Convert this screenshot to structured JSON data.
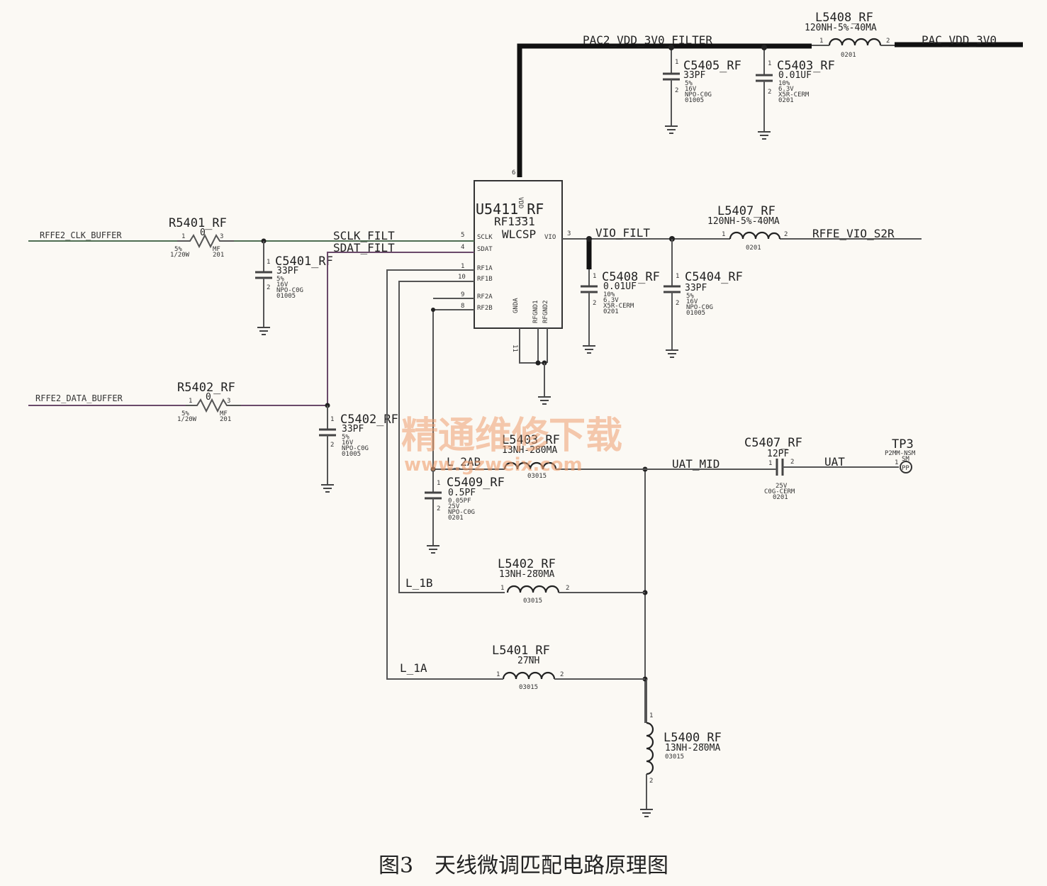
{
  "caption": "图3　天线微调匹配电路原理图",
  "watermark": {
    "text": "精通维修下载",
    "url": "www.gzweix.com"
  },
  "nets": {
    "pac2_vdd": "PAC2_VDD_3V0_FILTER",
    "pac_vdd": "PAC_VDD_3V0",
    "rffe_clk": "RFFE2_CLK_BUFFER",
    "rffe_data": "RFFE2_DATA_BUFFER",
    "sclk": "SCLK_FILT",
    "sdat": "SDAT_FILT",
    "vio": "VIO_FILT",
    "rffe_vio": "RFFE_VIO_S2R",
    "uat_mid": "UAT_MID",
    "uat": "UAT",
    "l2ab": "L_2AB",
    "l1b": "L_1B",
    "l1a": "L_1A"
  },
  "chip": {
    "ref": "U5411_RF",
    "part": "RF1331",
    "pkg": "WLCSP",
    "pins": {
      "vdd": "VDD",
      "sclk": "SCLK",
      "sdat": "SDAT",
      "vio": "VIO",
      "rf1a": "RF1A",
      "rf1b": "RF1B",
      "rf2a": "RF2A",
      "rf2b": "RF2B",
      "gnda": "GNDA",
      "rfgnd1": "RFGND1",
      "rfgnd2": "RFGND2"
    },
    "pin_numbers": {
      "vdd": "6",
      "sclk": "5",
      "sdat": "4",
      "vio": "3",
      "rf1a": "1",
      "rf1b": "10",
      "rf2a": "9",
      "rf2b": "8",
      "gnda": "11"
    }
  },
  "components": {
    "L5408": {
      "ref": "L5408_RF",
      "value": "120NH-5%-40MA",
      "pkg": "0201"
    },
    "C5405": {
      "ref": "C5405_RF",
      "value": "33PF",
      "notes": [
        "5%",
        "16V",
        "NPO-C0G",
        "01005"
      ]
    },
    "C5403": {
      "ref": "C5403_RF",
      "value": "0.01UF",
      "notes": [
        "10%",
        "6.3V",
        "X5R-CERM",
        "0201"
      ]
    },
    "R5401": {
      "ref": "R5401_RF",
      "value": "0",
      "notes_left": [
        "5%",
        "1/20W"
      ],
      "notes_right": [
        "MF",
        "201"
      ]
    },
    "C5401": {
      "ref": "C5401_RF",
      "value": "33PF",
      "notes": [
        "5%",
        "16V",
        "NPO-C0G",
        "01005"
      ]
    },
    "L5407": {
      "ref": "L5407_RF",
      "value": "120NH-5%-40MA",
      "pkg": "0201"
    },
    "C5408": {
      "ref": "C5408_RF",
      "value": "0.01UF",
      "notes": [
        "10%",
        "6.3V",
        "X5R-CERM",
        "0201"
      ]
    },
    "C5404": {
      "ref": "C5404_RF",
      "value": "33PF",
      "notes": [
        "5%",
        "16V",
        "NPO-C0G",
        "01005"
      ]
    },
    "R5402": {
      "ref": "R5402_RF",
      "value": "0",
      "notes_left": [
        "5%",
        "1/20W"
      ],
      "notes_right": [
        "MF",
        "201"
      ]
    },
    "C5402": {
      "ref": "C5402_RF",
      "value": "33PF",
      "notes": [
        "5%",
        "16V",
        "NPO-C0G",
        "01005"
      ]
    },
    "L5403": {
      "ref": "L5403_RF",
      "value": "13NH-280MA",
      "pkg": "03015"
    },
    "C5409": {
      "ref": "C5409_RF",
      "value": "0.5PF",
      "notes": [
        "0.05PF",
        "25V",
        "NPO-C0G",
        "0201"
      ]
    },
    "C5407": {
      "ref": "C5407_RF",
      "value": "12PF",
      "notes": [
        "25V",
        "C0G-CERM",
        "0201"
      ]
    },
    "TP3": {
      "ref": "TP3",
      "value": "P2MM-NSM",
      "note": "SM"
    },
    "L5402": {
      "ref": "L5402_RF",
      "value": "13NH-280MA",
      "pkg": "03015"
    },
    "L5401": {
      "ref": "L5401_RF",
      "value": "27NH",
      "pkg": "03015"
    },
    "L5400": {
      "ref": "L5400_RF",
      "value": "13NH-280MA",
      "pkg": "03015"
    }
  }
}
